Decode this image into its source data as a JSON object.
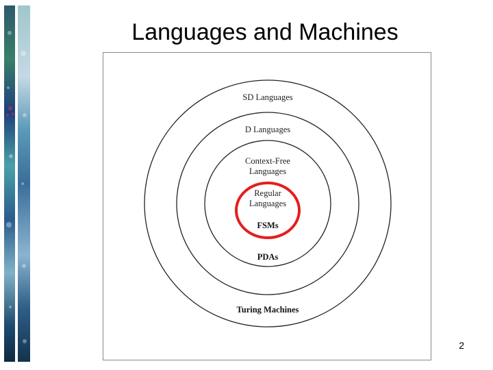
{
  "slide": {
    "title": "Languages and Machines",
    "page_number": "2"
  },
  "diagram": {
    "rings": [
      {
        "label": "SD Languages",
        "machine": "Turing Machines"
      },
      {
        "label": "D Languages",
        "machine": ""
      },
      {
        "label_lines": [
          "Context-Free",
          "Languages"
        ],
        "machine": "PDAs"
      },
      {
        "label_lines": [
          "Regular",
          "Languages"
        ],
        "machine": "FSMs",
        "highlighted": true
      }
    ],
    "highlight_color": "#e41e1e"
  }
}
